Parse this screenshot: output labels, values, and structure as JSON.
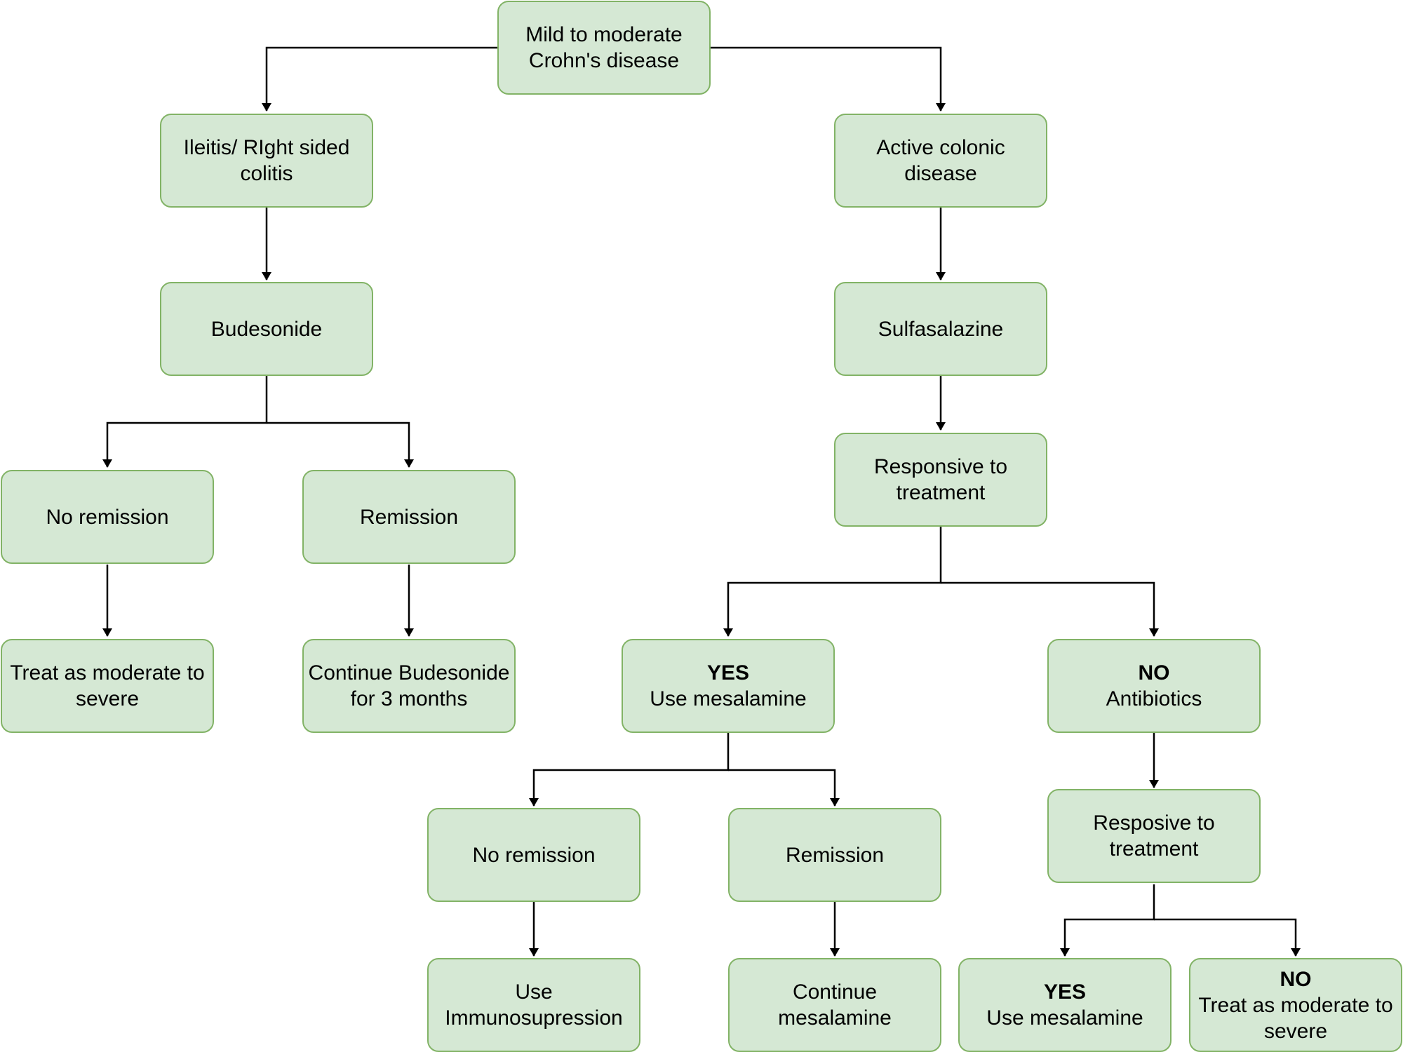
{
  "nodes": {
    "root": {
      "line1": "Mild to moderate",
      "line2": "Crohn's disease"
    },
    "ileitis": {
      "line1": "Ileitis/ RIght sided",
      "line2": "colitis"
    },
    "colonic": {
      "line1": "Active colonic",
      "line2": "disease"
    },
    "budesonide": {
      "line1": "Budesonide"
    },
    "sulfasalazine": {
      "line1": "Sulfasalazine"
    },
    "responsive": {
      "line1": "Responsive to",
      "line2": "treatment"
    },
    "no_remission_left": {
      "line1": "No remission"
    },
    "remission_left": {
      "line1": "Remission"
    },
    "treat_moderate_left": {
      "line1": "Treat as moderate to",
      "line2": "severe"
    },
    "continue_budesonide": {
      "line1": "Continue Budesonide",
      "line2": "for 3 months"
    },
    "yes_mesalamine": {
      "bold": "YES",
      "line1": "Use mesalamine"
    },
    "no_antibiotics": {
      "bold": "NO",
      "line1": "Antibiotics"
    },
    "no_remission_mid": {
      "line1": "No remission"
    },
    "remission_mid": {
      "line1": "Remission"
    },
    "resposive": {
      "line1": "Resposive to",
      "line2": "treatment"
    },
    "immunosupression": {
      "line1": "Use",
      "line2": "Immunosupression"
    },
    "continue_mesalamine": {
      "line1": "Continue mesalamine"
    },
    "yes_mesalamine_2": {
      "bold": "YES",
      "line1": "Use mesalamine"
    },
    "no_treat_moderate": {
      "bold": "NO",
      "line1": "Treat as moderate to",
      "line2": "severe"
    }
  },
  "colors": {
    "fill": "#d5e8d4",
    "stroke": "#82b366",
    "connector": "#000000"
  }
}
